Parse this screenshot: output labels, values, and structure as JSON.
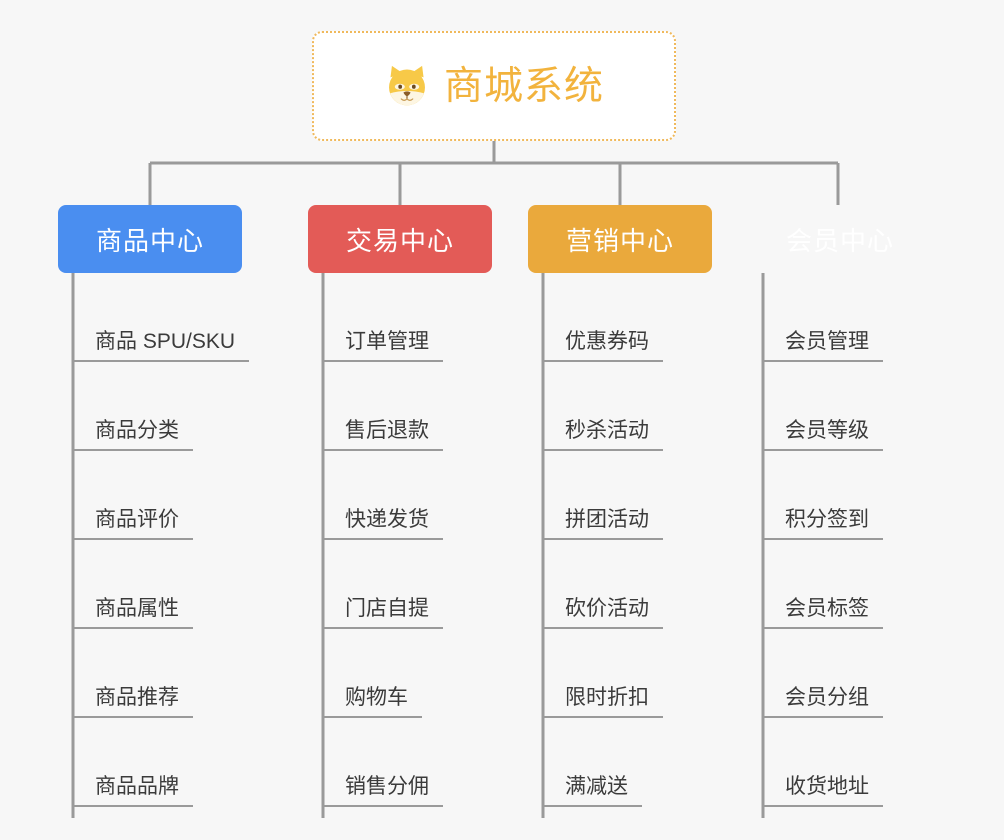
{
  "root": {
    "title": "商城系统",
    "icon": "shiba-dog-icon",
    "border_color": "#f0b95c",
    "text_color": "#f2b33d"
  },
  "connector_color": "#9a9a9a",
  "background_color": "#f7f7f7",
  "columns": [
    {
      "id": "product-center",
      "label": "商品中心",
      "color": "#4a8ef0",
      "items": [
        "商品 SPU/SKU",
        "商品分类",
        "商品评价",
        "商品属性",
        "商品推荐",
        "商品品牌"
      ]
    },
    {
      "id": "trade-center",
      "label": "交易中心",
      "color": "#e35b57",
      "items": [
        "订单管理",
        "售后退款",
        "快递发货",
        "门店自提",
        "购物车",
        "销售分佣"
      ]
    },
    {
      "id": "marketing-center",
      "label": "营销中心",
      "color": "#eaa93c",
      "items": [
        "优惠券码",
        "秒杀活动",
        "拼团活动",
        "砍价活动",
        "限时折扣",
        "满减送"
      ]
    },
    {
      "id": "member-center",
      "label": "会员中心",
      "color": "#7bc council",
      "items": [
        "会员管理",
        "会员等级",
        "积分签到",
        "会员标签",
        "会员分组",
        "收货地址"
      ]
    }
  ]
}
